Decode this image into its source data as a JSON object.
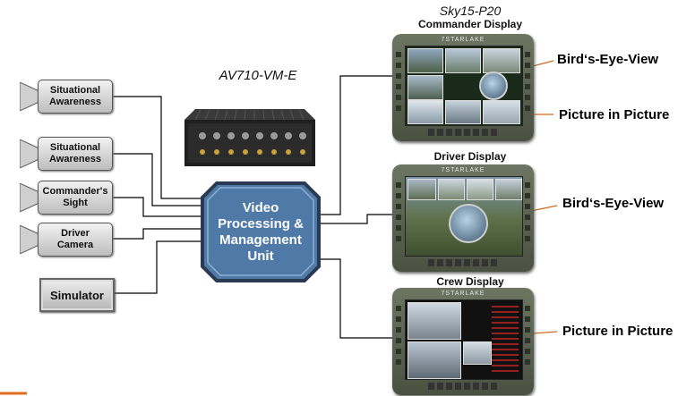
{
  "inputs": [
    {
      "id": "situational-awareness-1",
      "label": "Situational\nAwareness"
    },
    {
      "id": "situational-awareness-2",
      "label": "Situational\nAwareness"
    },
    {
      "id": "commanders-sight",
      "label": "Commander's\nSight"
    },
    {
      "id": "driver-camera",
      "label": "Driver\nCamera"
    }
  ],
  "simulator": {
    "label": "Simulator"
  },
  "hardware": {
    "model": "AV710-VM-E"
  },
  "unit": {
    "label": "Video\nProcessing &\nManagement\nUnit"
  },
  "displays": {
    "model": "Sky15-P20",
    "brand": "7STARLAKE",
    "commander": {
      "title": "Commander Display"
    },
    "driver": {
      "title": "Driver Display"
    },
    "crew": {
      "title": "Crew Display"
    }
  },
  "callouts": {
    "commander_bev": "Bird‘s-Eye-View",
    "commander_pip": "Picture in Picture",
    "driver_bev": "Bird‘s-Eye-View",
    "crew_pip": "Picture in Picture"
  },
  "colors": {
    "unit_fill": "#4f7aa8",
    "unit_border": "#2a3a52",
    "callout_line": "#d2691e",
    "connector": "#000000",
    "display_bezel": "#5b6350"
  }
}
